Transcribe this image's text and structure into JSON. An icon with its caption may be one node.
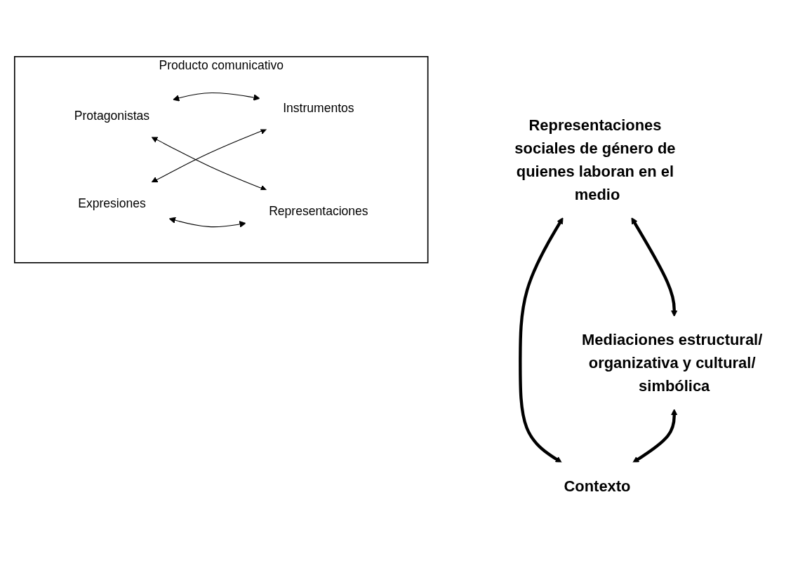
{
  "diagram": {
    "nodes": [
      {
        "text": [
          "Representaciones sociales de género de quienes laboran en el medio"
        ]
      },
      {
        "text": [
          "Mediaciones estructural/ organizativa y cultural/ simbólica"
        ]
      },
      {
        "text": [
          "Contexto"
        ]
      },
      {
        "text": [
          "Producto comunicativo"
        ]
      },
      {
        "text": [
          "Protagonistas"
        ],
        "in": 3
      },
      {
        "text": [
          "Instrumentos"
        ],
        "in": 3
      },
      {
        "text": [
          "Expresiones"
        ],
        "in": 3
      },
      {
        "text": [
          "Representaciones"
        ],
        "in": 3
      }
    ],
    "edges": [
      {
        "from": 0,
        "to": 1,
        "arrow": "both",
        "style": "thick"
      },
      {
        "from": 0,
        "to": 2,
        "arrow": "both",
        "style": "thick"
      },
      {
        "from": 1,
        "to": 2,
        "arrow": "both",
        "style": "thick"
      },
      {
        "from": 4,
        "to": 5,
        "arrow": "both"
      },
      {
        "from": 4,
        "to": 7,
        "arrow": "both"
      },
      {
        "from": 6,
        "to": 5,
        "arrow": "both"
      },
      {
        "from": 6,
        "to": 7,
        "arrow": "both"
      }
    ]
  }
}
